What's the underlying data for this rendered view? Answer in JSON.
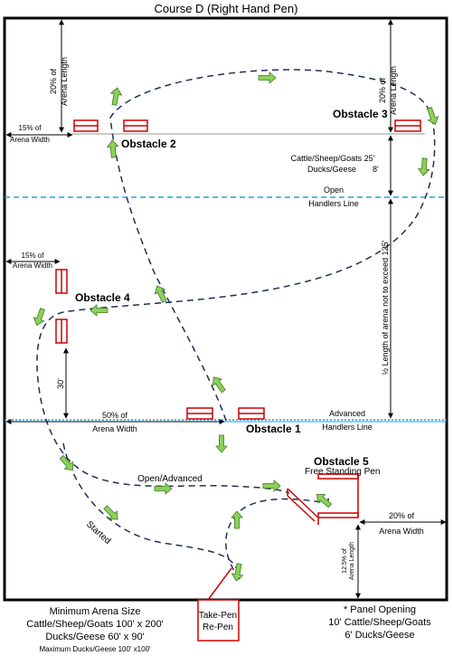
{
  "title": "Course D (Right Hand Pen)",
  "obstacles": {
    "obstacle1": "Obstacle 1",
    "obstacle2": "Obstacle 2",
    "obstacle3": "Obstacle 3",
    "obstacle4": "Obstacle 4",
    "obstacle5": "Obstacle 5",
    "free_standing_pen": "Free Standing Pen"
  },
  "dimensions": {
    "top_left_20pct": [
      "20% of",
      "Arena Length"
    ],
    "top_right_20pct": [
      "20% of",
      "Arena Length"
    ],
    "left_15pct_top": [
      "15% of",
      "Arena Width"
    ],
    "left_15pct_mid": [
      "15% of",
      "Arena Width"
    ],
    "thirty_ft": "30'",
    "cattle_sheep_goats": "Cattle/Sheep/Goats 25'",
    "ducks_geese": "Ducks/Geese",
    "ducks_geese_value": "8'",
    "half_length": "½ Length of arena not to exceed 125'",
    "fifty_pct": [
      "50% of",
      "Arena Width"
    ],
    "twenty_pct_width": [
      "20% of",
      "Arena Width"
    ],
    "twelve_pct": [
      "12.5% of",
      "Arena Length"
    ]
  },
  "lines": {
    "open_handlers": [
      "Open",
      "Handlers Line"
    ],
    "advanced_handlers": [
      "Advanced",
      "Handlers Line"
    ],
    "open_advanced": "Open/Advanced",
    "started": "Started"
  },
  "take_pen": [
    "Take-Pen",
    "Re-Pen"
  ],
  "footer": {
    "minimum_title": "Minimum Arena Size",
    "minimum_line1": "Cattle/Sheep/Goats 100' x 200'",
    "minimum_line2": "Ducks/Geese 60' x 90'",
    "maximum": "Maximum Ducks/Geese 100' x100'",
    "panel_title": "* Panel Opening",
    "panel_line1": "10' Cattle/Sheep/Goats",
    "panel_line2": "6' Ducks/Geese"
  },
  "colors": {
    "panel": "#cc0000",
    "arrow_fill": "#8cd15a",
    "arrow_stroke": "#3f7a22",
    "handlers_line": "#1aa3e6",
    "path": "#1e2f57"
  }
}
